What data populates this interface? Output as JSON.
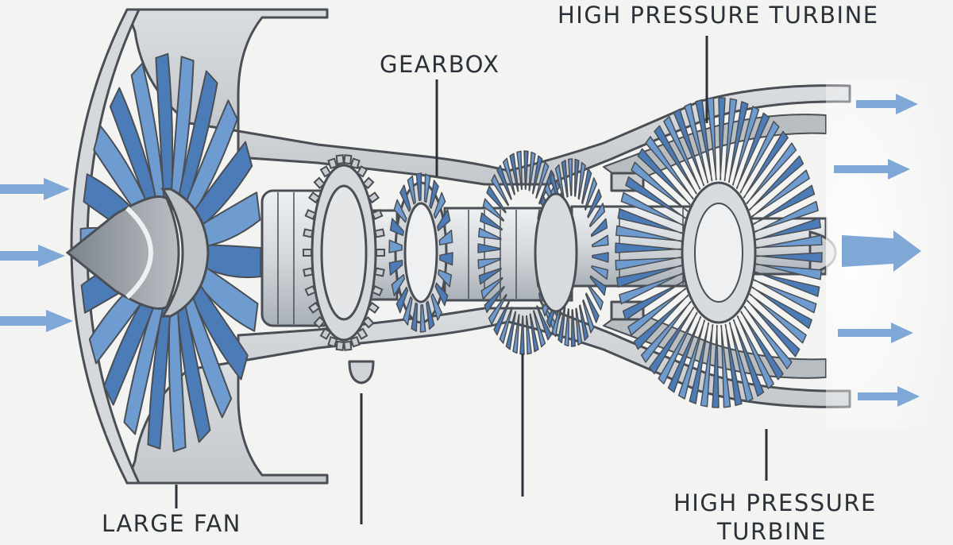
{
  "labels": {
    "hpt_top": "HIGH PRESSURE TURBINE",
    "gearbox": "GEARBOX",
    "large_fan": "LARGE FAN",
    "hpt_bottom_line1": "HIGH PRESSURE",
    "hpt_bottom_line2": "TURBINE"
  },
  "colors": {
    "background": "#f3f3f1",
    "outline": "#4a4f55",
    "blade": "#6f9cd0",
    "blade_dark": "#4c7cb8",
    "metal_light": "#e4e6e8",
    "metal_mid": "#c9cdd1",
    "metal_dark": "#9ea5ad",
    "arrow": "#7fa8d6"
  },
  "icons": {
    "inlet_arrows": "arrow-right-icon",
    "exhaust_arrows": "arrow-right-icon"
  }
}
